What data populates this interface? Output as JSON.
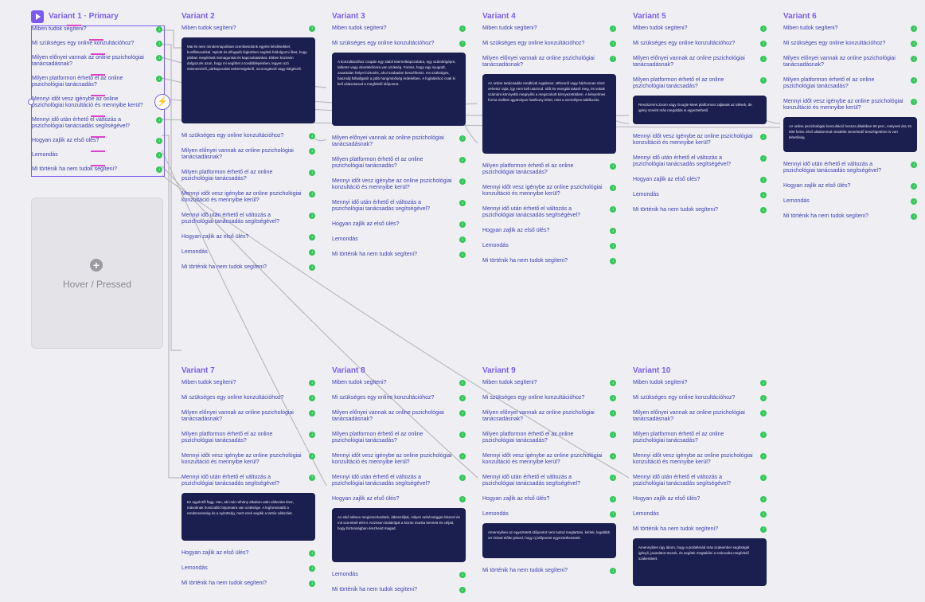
{
  "faq": {
    "q1": "Miben tudok segíteni?",
    "q2": "Mi szükséges egy online konzultációhoz?",
    "q3": "Milyen előnyei vannak az online pszichológiai tanácsadásnak?",
    "q4": "Milyen platformon érhető el az online pszichológiai tanácsadás?",
    "q5": "Mennyi időt vesz igénybe az online pszichológiai konzultáció és mennyibe kerül?",
    "q6": "Mennyi idő után érhető el változás a pszichológiai tanácsadás segítségével?",
    "q7": "Hogyan zajlik az első ülés?",
    "q8": "Lemondás",
    "q9": "Mi történik ha nem tudok segíteni?"
  },
  "variants": {
    "v1": "Variant 1 · Primary",
    "v2": "Variant 2",
    "v3": "Variant 3",
    "v4": "Variant 4",
    "v5": "Variant 5",
    "v6": "Variant 6",
    "v7": "Variant 7",
    "v8": "Variant 8",
    "v9": "Variant 9",
    "v10": "Variant 10"
  },
  "answers": {
    "a2": "Mai és nem mindennapokban szembesülünk egyéni kérdésekkel, konfliktusokkal. Nyitott és elfogadó légkörben segítek feldolgozni őket, hogy jobban megértsük önmagunkat és kapcsolatainkat. Ebben közösen dolgozunk azon, hogy mi segíthet a továbblépésben, legyen szó önismeretről, párkapcsolati nehézségekről, szorongásról vagy kiégésről.",
    "a3": "A konzultációhoz csupán egy stabil internetkapcsolatra, egy számítógépre, tabletre vagy okostelefonra van szükség. Fontos, hogy egy nyugodt, zavartalan helyet biztosíts, ahol szabadon beszélhetsz. Ha szükséges, használj fülhallgatót a jobb hangminőség érdekében. A foglaláshoz csak ki kell választanod a megfelelő időpontot.",
    "a4": "Az online tanácsadás rendkívül rugalmas: otthonról vagy bárhonnan részt vehetsz rajta, így nem kell utaznod. Időt és energiát takarít meg, és sokak számára könnyebb megnyílni a megszokott környezetükben. A kényelmes forma mellett ugyanolyan hatékony lehet, mint a személyes találkozás.",
    "a5": "Rendszerint Zoom vagy Google Meet platformon zajlanak az ülések, de igény szerint más megoldás is egyeztethető.",
    "a6": "Az online pszichológiai konzultáció hossza általában 50 perc, melynek ára 15 000 forint. Első alkalommal rövidebb ismerkedő beszélgetésre is van lehetőség.",
    "a7": "Ez egyéntől függ. Van, aki már néhány alkalom után változást érez, másoknak hosszabb folyamatra van szüksége. A legfontosabb a rendszeresség és a nyitottság, mert ezek segítik a tartós változást.",
    "a8": "Az első ülésen megismerkedünk, átbeszéljük, milyen nehézséggel érkezel és mit szeretnél elérni. Közösen kialakítjuk a közös munka kereteit és céljait, hogy biztonságban érezhesd magad.",
    "a9": "Amennyiben az egyeztetett időpontot nem tudod megtartani, kérlek, legalább 24 órával előtte jelezd, hogy új időpontot egyeztethessünk.",
    "a10": "Amennyiben úgy látom, hogy a problémád más szakember segítségét igényli, javaslatot teszek, és segítek megtalálni a számodra megfelelő szakembert."
  },
  "hover": {
    "label": "Hover / Pressed"
  },
  "colors": {
    "accent": "#7c5cf0",
    "link": "#3b3fb0",
    "answer_bg": "#1b1f4f",
    "arrow_green": "#34c759",
    "wire": "#b9b9c0"
  }
}
